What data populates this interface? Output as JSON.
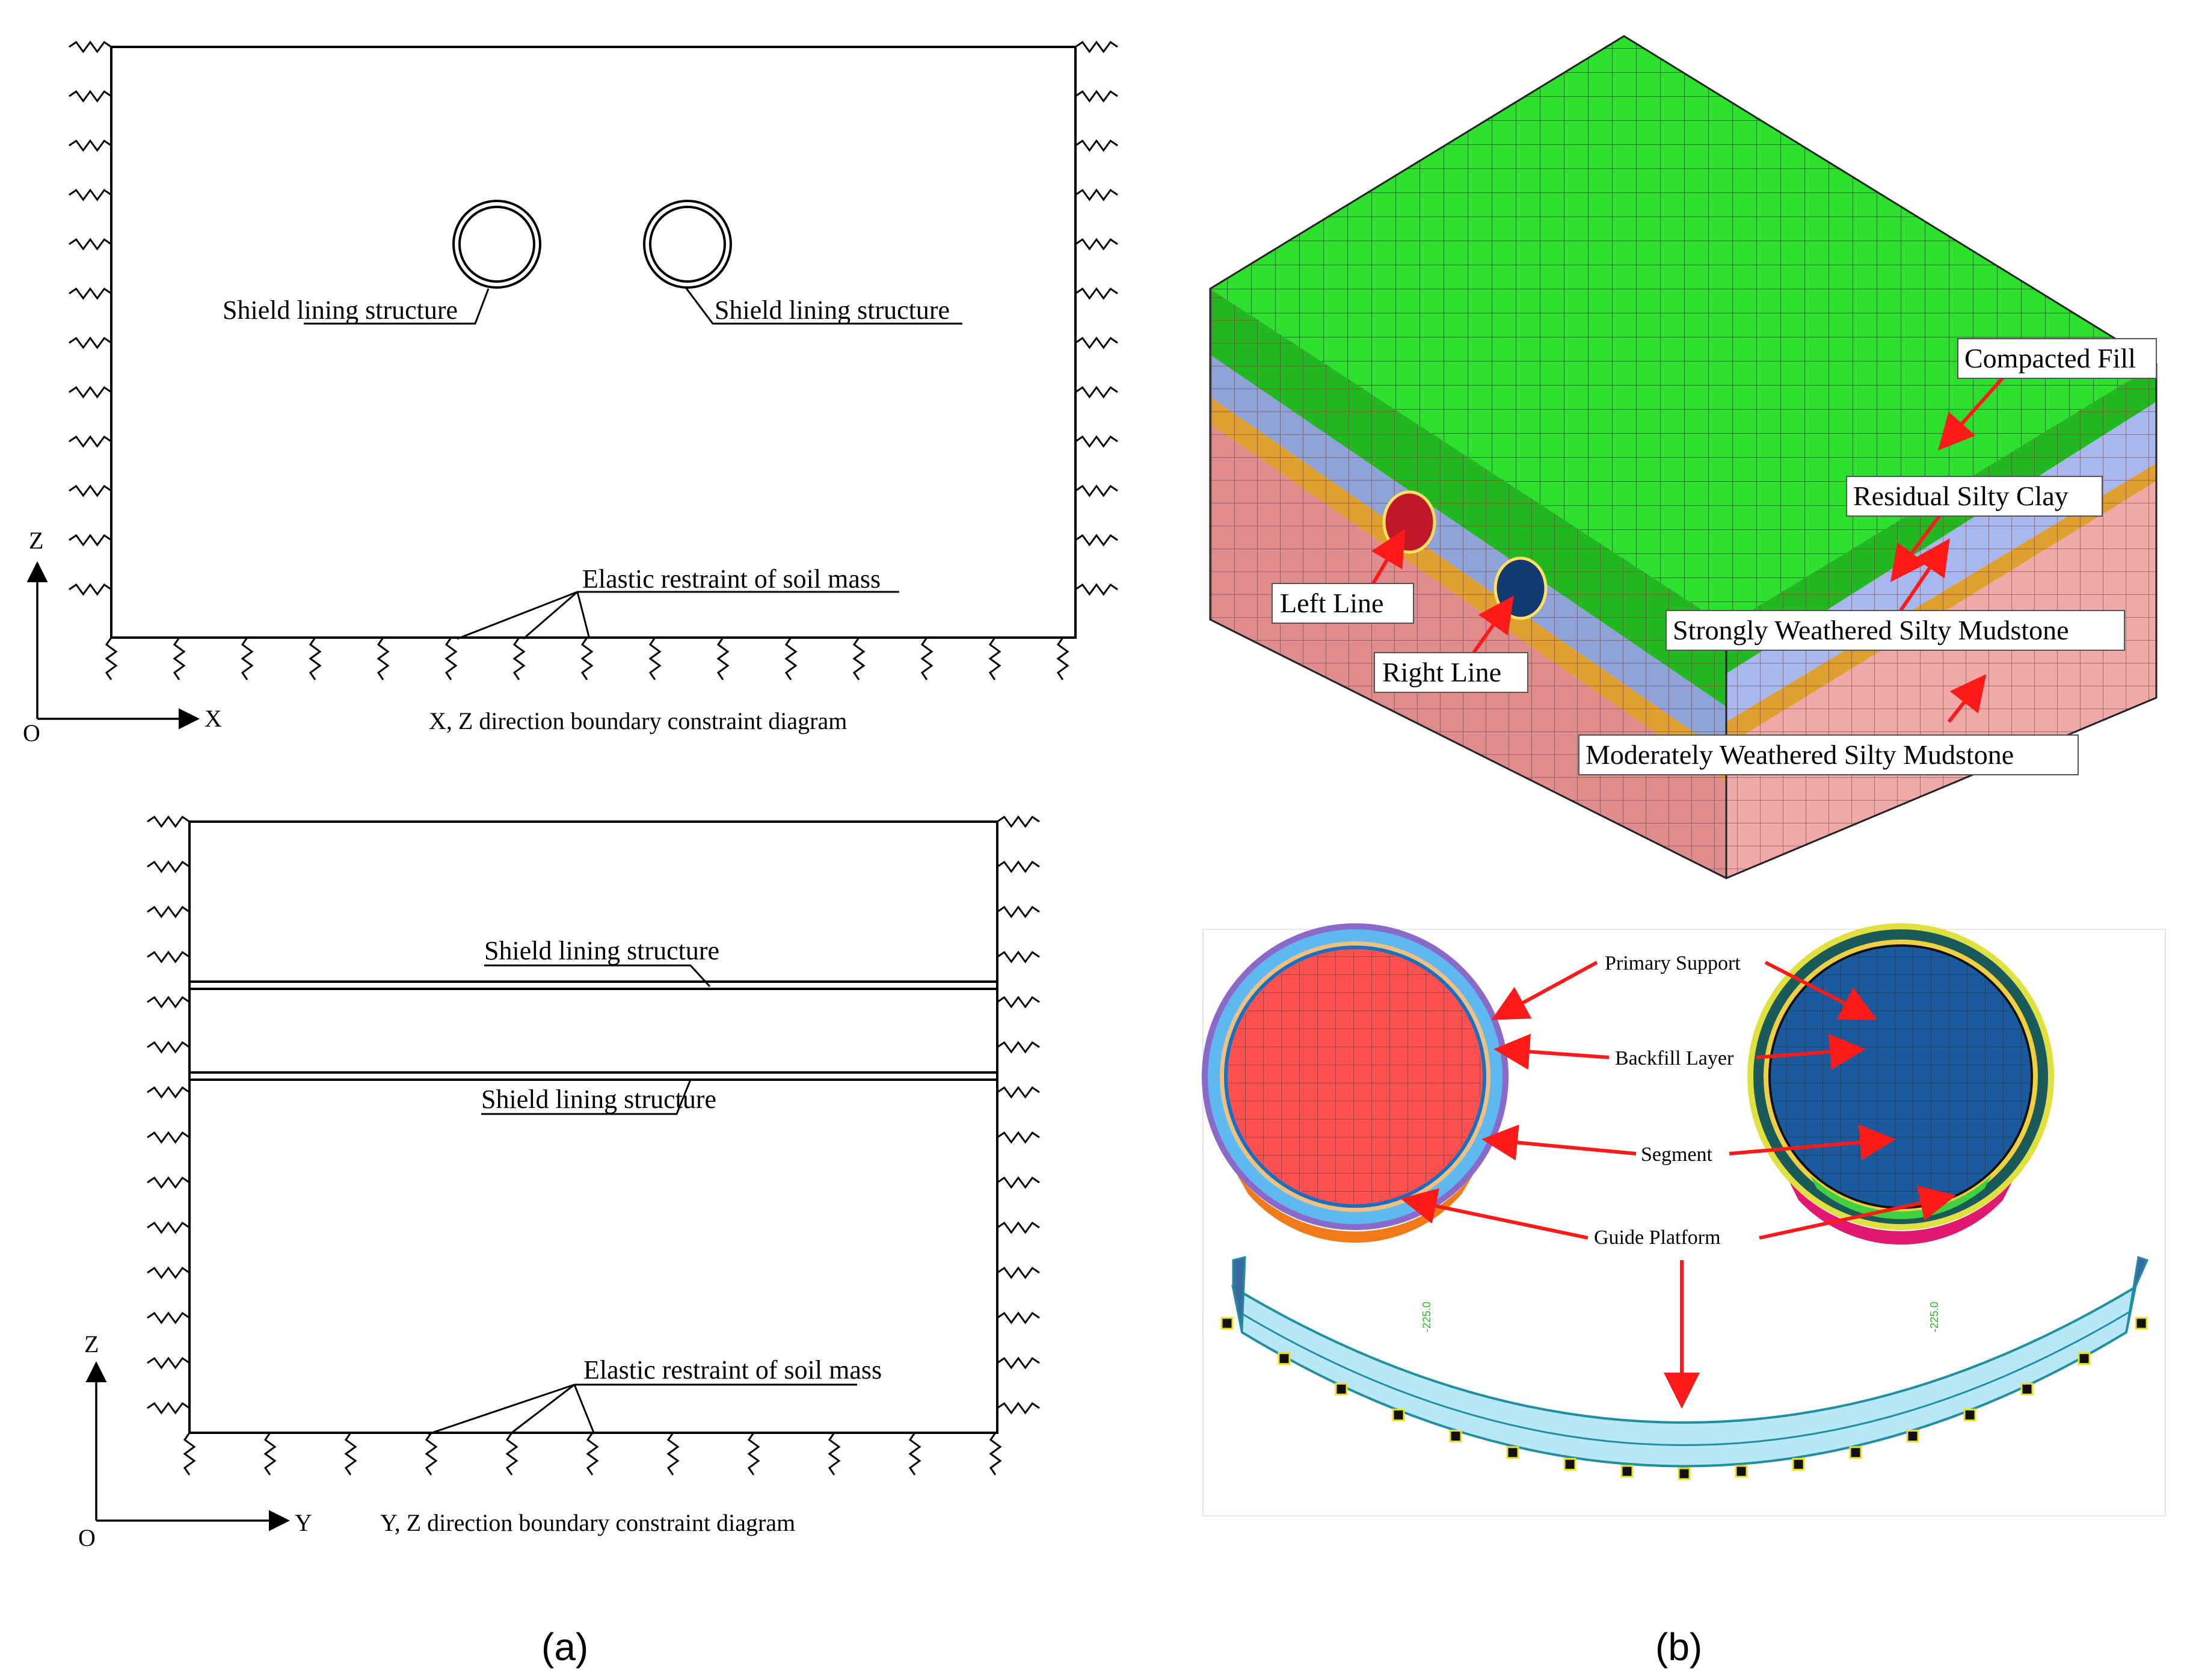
{
  "panel_a": {
    "top": {
      "lining_left": "Shield lining structure",
      "lining_right": "Shield lining structure",
      "elastic": "Elastic restraint of soil mass",
      "axis_z": "Z",
      "axis_x": "X",
      "origin": "O",
      "caption": "X, Z direction boundary constraint diagram"
    },
    "bottom": {
      "lining_upper": "Shield lining structure",
      "lining_lower": "Shield lining structure",
      "elastic": "Elastic restraint of soil mass",
      "axis_z": "Z",
      "axis_y": "Y",
      "origin": "O",
      "caption": "Y, Z direction boundary constraint diagram"
    },
    "label": "(a)"
  },
  "panel_b": {
    "model": {
      "compacted_fill": "Compacted Fill",
      "residual_silty_clay": "Residual Silty Clay",
      "strongly_weathered": "Strongly Weathered Silty Mudstone",
      "moderately_weathered": "Moderately Weathered Silty Mudstone",
      "left_line": "Left Line",
      "right_line": "Right Line"
    },
    "tunnel": {
      "primary_support": "Primary Support",
      "backfill_layer": "Backfill Layer",
      "segment": "Segment",
      "guide_platform": "Guide Platform",
      "dim_left": "-225.0",
      "dim_right": "-225.0"
    },
    "label": "(b)"
  },
  "colors": {
    "fill_green": "#2ee02e",
    "clay_blue": "#8fa3d8",
    "weathered_orange": "#e0a030",
    "mudstone_pink": "#e08c8c",
    "arrow_red": "#ff1a1a",
    "tunnel_red": "#ff5050",
    "tunnel_blue": "#1a5aa0",
    "platform_cyan": "#b8e8f8"
  }
}
